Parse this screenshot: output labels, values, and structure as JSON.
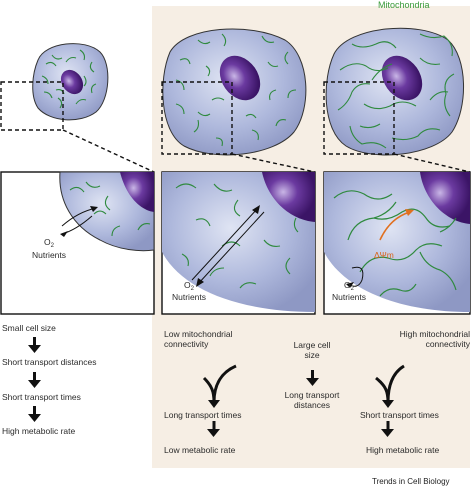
{
  "title": "Mitochondria",
  "left": {
    "o2": "O",
    "o2_sub": "2",
    "nutrients": "Nutrients",
    "flow": [
      "Small cell size",
      "Short transport distances",
      "Short transport times",
      "High metabolic rate"
    ]
  },
  "middle": {
    "o2": "O",
    "o2_sub": "2",
    "nutrients": "Nutrients",
    "connectivity": "Low mitochondrial connectivity",
    "times": "Long transport times",
    "rate": "Low metabolic rate"
  },
  "center": {
    "size": "Large cell size",
    "distances": "Long transport distances"
  },
  "right": {
    "o2": "O",
    "o2_sub": "2",
    "nutrients": "Nutrients",
    "delta_psi": "ΔΨm",
    "connectivity": "High mitochondrial connectivity",
    "times": "Short transport times",
    "rate": "High metabolic rate"
  },
  "footer": "Trends in Cell Biology",
  "colors": {
    "panel_bg": "#f5ede3",
    "cell_fill": "#a8b4d8",
    "nucleus": "#5b2a86",
    "mito": "#2f8a3e",
    "arrow_orange": "#e07020"
  }
}
